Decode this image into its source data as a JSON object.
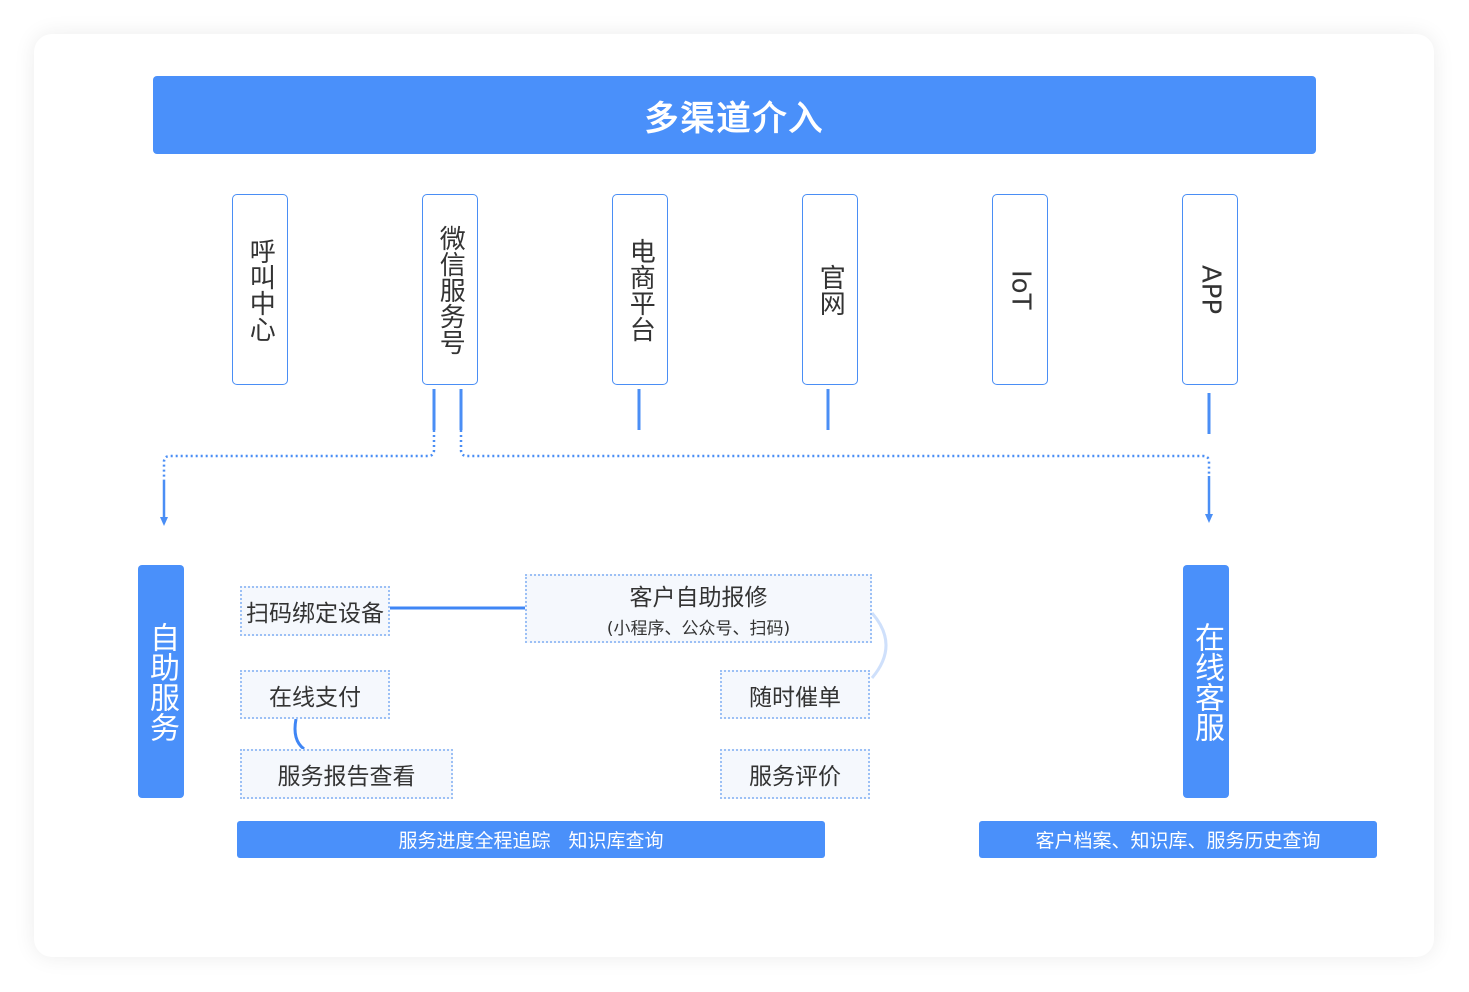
{
  "header": {
    "title": "多渠道介入"
  },
  "channels": [
    {
      "label": "呼叫中心"
    },
    {
      "label": "微信服务号"
    },
    {
      "label": "电商平台"
    },
    {
      "label": "官网"
    },
    {
      "label": "IoT"
    },
    {
      "label": "APP"
    }
  ],
  "self_service": {
    "title": "自助服务",
    "nodes": {
      "bind": "扫码绑定设备",
      "repair": "客户自助报修",
      "repair_sub": "(小程序、公众号、扫码)",
      "pay": "在线支付",
      "urge": "随时催单",
      "report": "服务报告查看",
      "rating": "服务评价"
    },
    "footer": "服务进度全程追踪   知识库查询"
  },
  "online_service": {
    "title": "在线客服",
    "footer": "客户档案、知识库、服务历史查询"
  },
  "colors": {
    "primary": "#4a90fa",
    "border": "#4a8ef5",
    "node_border": "#9cc0f5"
  }
}
